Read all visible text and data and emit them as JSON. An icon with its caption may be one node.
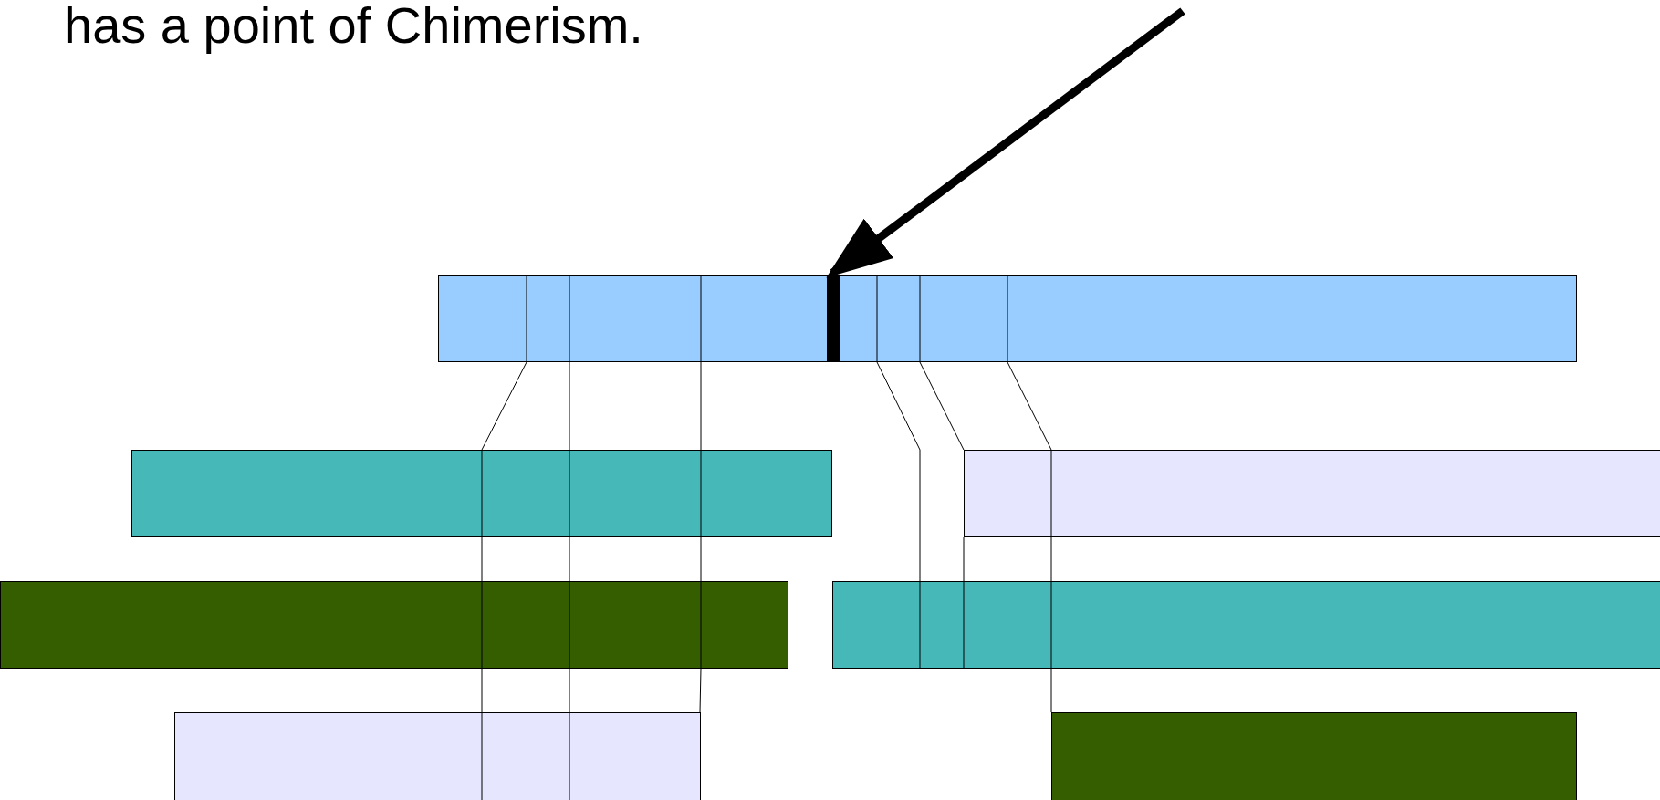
{
  "diagram": {
    "nodes": [
      {
        "text": [],
        "shape": "bar"
      },
      {
        "text": [],
        "shape": "bar",
        "in": 0
      },
      {
        "text": [],
        "shape": "bar"
      },
      {
        "text": [],
        "shape": "bar"
      },
      {
        "text": [],
        "shape": "bar"
      },
      {
        "text": [],
        "shape": "bar"
      },
      {
        "text": [],
        "shape": "bar"
      },
      {
        "text": [],
        "shape": "bar"
      }
    ],
    "edges": [
      {
        "from": null,
        "to": 1,
        "arrow": "to",
        "style": "thick"
      },
      {
        "from": 0,
        "to": 2,
        "arrow": "none"
      },
      {
        "from": 0,
        "to": 2,
        "arrow": "none"
      },
      {
        "from": 0,
        "to": 2,
        "arrow": "none"
      },
      {
        "from": 2,
        "to": 3,
        "arrow": "none"
      },
      {
        "from": 2,
        "to": 3,
        "arrow": "none"
      },
      {
        "from": 2,
        "to": 3,
        "arrow": "none"
      },
      {
        "from": 3,
        "to": 4,
        "arrow": "none"
      },
      {
        "from": 3,
        "to": 4,
        "arrow": "none"
      },
      {
        "from": 3,
        "to": 4,
        "arrow": "none"
      },
      {
        "from": 0,
        "to": 6,
        "arrow": "none"
      },
      {
        "from": 0,
        "to": 5,
        "arrow": "none"
      },
      {
        "from": 5,
        "to": 6,
        "arrow": "none"
      },
      {
        "from": 0,
        "to": 5,
        "arrow": "none"
      },
      {
        "from": 5,
        "to": 6,
        "arrow": "none"
      },
      {
        "from": 6,
        "to": 7,
        "arrow": "none"
      }
    ],
    "labels": [
      "has a point of Chimerism."
    ]
  }
}
